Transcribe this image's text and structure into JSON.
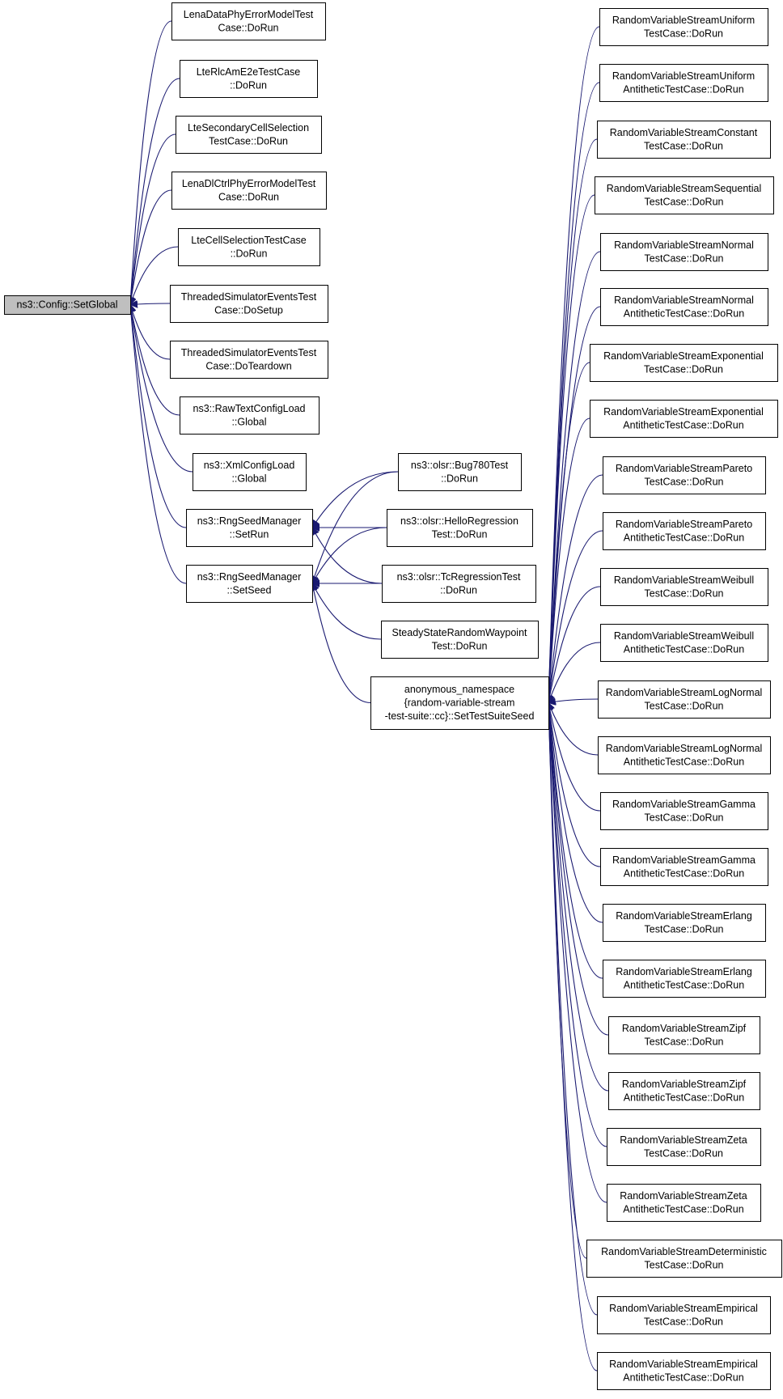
{
  "edge_color": "#191970",
  "root_fill": "#bfbfbf",
  "nodes": [
    {
      "id": "root",
      "lines": [
        "ns3::Config::SetGlobal"
      ],
      "root": true
    },
    {
      "id": "lena_data",
      "lines": [
        "LenaDataPhyErrorModelTest",
        "Case::DoRun"
      ]
    },
    {
      "id": "lte_rlc",
      "lines": [
        "LteRlcAmE2eTestCase",
        "::DoRun"
      ]
    },
    {
      "id": "lte_sec",
      "lines": [
        "LteSecondaryCellSelection",
        "TestCase::DoRun"
      ]
    },
    {
      "id": "lena_dl",
      "lines": [
        "LenaDlCtrlPhyErrorModelTest",
        "Case::DoRun"
      ]
    },
    {
      "id": "lte_cell",
      "lines": [
        "LteCellSelectionTestCase",
        "::DoRun"
      ]
    },
    {
      "id": "thr_setup",
      "lines": [
        "ThreadedSimulatorEventsTest",
        "Case::DoSetup"
      ]
    },
    {
      "id": "thr_teardown",
      "lines": [
        "ThreadedSimulatorEventsTest",
        "Case::DoTeardown"
      ]
    },
    {
      "id": "raw_text",
      "lines": [
        "ns3::RawTextConfigLoad",
        "::Global"
      ]
    },
    {
      "id": "xml_config",
      "lines": [
        "ns3::XmlConfigLoad",
        "::Global"
      ]
    },
    {
      "id": "rng_setrun",
      "lines": [
        "ns3::RngSeedManager",
        "::SetRun"
      ]
    },
    {
      "id": "rng_setseed",
      "lines": [
        "ns3::RngSeedManager",
        "::SetSeed"
      ]
    },
    {
      "id": "olsr_bug",
      "lines": [
        "ns3::olsr::Bug780Test",
        "::DoRun"
      ]
    },
    {
      "id": "olsr_hello",
      "lines": [
        "ns3::olsr::HelloRegression",
        "Test::DoRun"
      ]
    },
    {
      "id": "olsr_tc",
      "lines": [
        "ns3::olsr::TcRegressionTest",
        "::DoRun"
      ]
    },
    {
      "id": "steady",
      "lines": [
        "SteadyStateRandomWaypoint",
        "Test::DoRun"
      ]
    },
    {
      "id": "anon",
      "lines": [
        "anonymous_namespace",
        "{random-variable-stream",
        "-test-suite::cc}::SetTestSuiteSeed"
      ]
    },
    {
      "id": "r_uniform",
      "lines": [
        "RandomVariableStreamUniform",
        "TestCase::DoRun"
      ]
    },
    {
      "id": "r_uniform_a",
      "lines": [
        "RandomVariableStreamUniform",
        "AntitheticTestCase::DoRun"
      ]
    },
    {
      "id": "r_constant",
      "lines": [
        "RandomVariableStreamConstant",
        "TestCase::DoRun"
      ]
    },
    {
      "id": "r_sequential",
      "lines": [
        "RandomVariableStreamSequential",
        "TestCase::DoRun"
      ]
    },
    {
      "id": "r_normal",
      "lines": [
        "RandomVariableStreamNormal",
        "TestCase::DoRun"
      ]
    },
    {
      "id": "r_normal_a",
      "lines": [
        "RandomVariableStreamNormal",
        "AntitheticTestCase::DoRun"
      ]
    },
    {
      "id": "r_exp",
      "lines": [
        "RandomVariableStreamExponential",
        "TestCase::DoRun"
      ]
    },
    {
      "id": "r_exp_a",
      "lines": [
        "RandomVariableStreamExponential",
        "AntitheticTestCase::DoRun"
      ]
    },
    {
      "id": "r_pareto",
      "lines": [
        "RandomVariableStreamPareto",
        "TestCase::DoRun"
      ]
    },
    {
      "id": "r_pareto_a",
      "lines": [
        "RandomVariableStreamPareto",
        "AntitheticTestCase::DoRun"
      ]
    },
    {
      "id": "r_weibull",
      "lines": [
        "RandomVariableStreamWeibull",
        "TestCase::DoRun"
      ]
    },
    {
      "id": "r_weibull_a",
      "lines": [
        "RandomVariableStreamWeibull",
        "AntitheticTestCase::DoRun"
      ]
    },
    {
      "id": "r_lognormal",
      "lines": [
        "RandomVariableStreamLogNormal",
        "TestCase::DoRun"
      ]
    },
    {
      "id": "r_lognormal_a",
      "lines": [
        "RandomVariableStreamLogNormal",
        "AntitheticTestCase::DoRun"
      ]
    },
    {
      "id": "r_gamma",
      "lines": [
        "RandomVariableStreamGamma",
        "TestCase::DoRun"
      ]
    },
    {
      "id": "r_gamma_a",
      "lines": [
        "RandomVariableStreamGamma",
        "AntitheticTestCase::DoRun"
      ]
    },
    {
      "id": "r_erlang",
      "lines": [
        "RandomVariableStreamErlang",
        "TestCase::DoRun"
      ]
    },
    {
      "id": "r_erlang_a",
      "lines": [
        "RandomVariableStreamErlang",
        "AntitheticTestCase::DoRun"
      ]
    },
    {
      "id": "r_zipf",
      "lines": [
        "RandomVariableStreamZipf",
        "TestCase::DoRun"
      ]
    },
    {
      "id": "r_zipf_a",
      "lines": [
        "RandomVariableStreamZipf",
        "AntitheticTestCase::DoRun"
      ]
    },
    {
      "id": "r_zeta",
      "lines": [
        "RandomVariableStreamZeta",
        "TestCase::DoRun"
      ]
    },
    {
      "id": "r_zeta_a",
      "lines": [
        "RandomVariableStreamZeta",
        "AntitheticTestCase::DoRun"
      ]
    },
    {
      "id": "r_det",
      "lines": [
        "RandomVariableStreamDeterministic",
        "TestCase::DoRun"
      ]
    },
    {
      "id": "r_emp",
      "lines": [
        "RandomVariableStreamEmpirical",
        "TestCase::DoRun"
      ]
    },
    {
      "id": "r_emp_a",
      "lines": [
        "RandomVariableStreamEmpirical",
        "AntitheticTestCase::DoRun"
      ]
    }
  ],
  "edges": [
    {
      "from": "lena_data",
      "to": "root"
    },
    {
      "from": "lte_rlc",
      "to": "root"
    },
    {
      "from": "lte_sec",
      "to": "root"
    },
    {
      "from": "lena_dl",
      "to": "root"
    },
    {
      "from": "lte_cell",
      "to": "root"
    },
    {
      "from": "thr_setup",
      "to": "root"
    },
    {
      "from": "thr_teardown",
      "to": "root"
    },
    {
      "from": "raw_text",
      "to": "root"
    },
    {
      "from": "xml_config",
      "to": "root"
    },
    {
      "from": "rng_setrun",
      "to": "root"
    },
    {
      "from": "rng_setseed",
      "to": "root"
    },
    {
      "from": "olsr_bug",
      "to": "rng_setrun"
    },
    {
      "from": "olsr_hello",
      "to": "rng_setrun"
    },
    {
      "from": "olsr_tc",
      "to": "rng_setrun"
    },
    {
      "from": "olsr_bug",
      "to": "rng_setseed"
    },
    {
      "from": "olsr_hello",
      "to": "rng_setseed"
    },
    {
      "from": "olsr_tc",
      "to": "rng_setseed"
    },
    {
      "from": "steady",
      "to": "rng_setseed"
    },
    {
      "from": "anon",
      "to": "rng_setseed"
    },
    {
      "from": "r_uniform",
      "to": "anon"
    },
    {
      "from": "r_uniform_a",
      "to": "anon"
    },
    {
      "from": "r_constant",
      "to": "anon"
    },
    {
      "from": "r_sequential",
      "to": "anon"
    },
    {
      "from": "r_normal",
      "to": "anon"
    },
    {
      "from": "r_normal_a",
      "to": "anon"
    },
    {
      "from": "r_exp",
      "to": "anon"
    },
    {
      "from": "r_exp_a",
      "to": "anon"
    },
    {
      "from": "r_pareto",
      "to": "anon"
    },
    {
      "from": "r_pareto_a",
      "to": "anon"
    },
    {
      "from": "r_weibull",
      "to": "anon"
    },
    {
      "from": "r_weibull_a",
      "to": "anon"
    },
    {
      "from": "r_lognormal",
      "to": "anon"
    },
    {
      "from": "r_lognormal_a",
      "to": "anon"
    },
    {
      "from": "r_gamma",
      "to": "anon"
    },
    {
      "from": "r_gamma_a",
      "to": "anon"
    },
    {
      "from": "r_erlang",
      "to": "anon"
    },
    {
      "from": "r_erlang_a",
      "to": "anon"
    },
    {
      "from": "r_zipf",
      "to": "anon"
    },
    {
      "from": "r_zipf_a",
      "to": "anon"
    },
    {
      "from": "r_zeta",
      "to": "anon"
    },
    {
      "from": "r_zeta_a",
      "to": "anon"
    },
    {
      "from": "r_det",
      "to": "anon"
    },
    {
      "from": "r_emp",
      "to": "anon"
    },
    {
      "from": "r_emp_a",
      "to": "anon"
    }
  ]
}
